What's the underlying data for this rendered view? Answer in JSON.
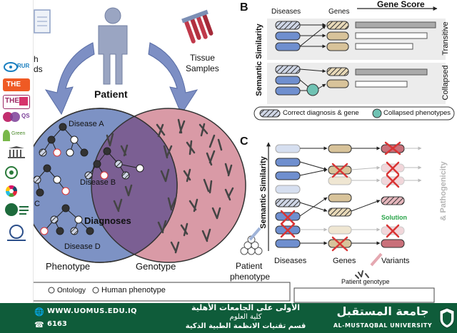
{
  "figure": {
    "panel_labels": {
      "b": "B",
      "c": "C"
    },
    "panel_a": {
      "patient": "Patient",
      "left_cut_label_1": "h",
      "left_cut_label_2": "ds",
      "tissue_samples_line1": "Tissue",
      "tissue_samples_line2": "Samples",
      "disease_a": "Disease A",
      "disease_b": "Disease B",
      "disease_c": "C",
      "disease_d": "Disease D",
      "diagnoses": "Diagnoses",
      "phenotype": "Phenotype",
      "genotype": "Genotype",
      "legend_ontology": "Ontology",
      "legend_human_phenotype": "Human phenotype"
    },
    "panel_b": {
      "diseases": "Diseases",
      "genes": "Genes",
      "gene_score": "Gene Score",
      "semantic_similarity": "Semantic Similarity",
      "transitive": "Transitive",
      "collapsed": "Collapsed",
      "legend_correct": "Correct diagnosis & gene",
      "legend_collapsed": "Collapsed phenotypes"
    },
    "panel_c": {
      "semantic_similarity": "Semantic Similarity",
      "pathogenicity": "& Pathogenicity",
      "solution": "Solution",
      "diseases": "Diseases",
      "genes": "Genes",
      "variants": "Variants",
      "patient_phenotype_line1": "Patient",
      "patient_phenotype_line2": "phenotype",
      "patient_genotype": "Patient genotype"
    }
  },
  "sidebar_logos": [
    {
      "name": "rur-logo",
      "text": "RUR"
    },
    {
      "name": "the-logo",
      "text": "THE"
    },
    {
      "name": "the-impact-logo",
      "text": "THE"
    },
    {
      "name": "qs-logo",
      "text": "QS"
    },
    {
      "name": "green-metric-logo",
      "text": "Green"
    },
    {
      "name": "institution-logo",
      "text": ""
    },
    {
      "name": "arab-ranking-logo",
      "text": ""
    },
    {
      "name": "sdg-logo",
      "text": ""
    },
    {
      "name": "arab-universities-logo",
      "text": ""
    },
    {
      "name": "federation-logo",
      "text": ""
    }
  ],
  "footer": {
    "website": "WWW.UOMUS.EDU.IQ",
    "phone": "6163",
    "arabic_line1": "الأولى على الجامعات الأهلية",
    "arabic_line2": "كلية العلوم",
    "arabic_line3": "قسم تقنيات الانظمة الطبية الذكية",
    "brand_arabic": "جامعة المستقبل",
    "brand_english": "AL-MUSTAQBAL UNIVERSITY",
    "colors": {
      "bar": "#0f5c3a",
      "text": "#ffffff"
    }
  },
  "colors": {
    "phenotype_circle": "#7d92c4",
    "genotype_circle": "#d99aa6",
    "overlap": "#7b5f93",
    "disease_box": "#6f8fcf",
    "gene_box": "#d8c39a",
    "variant_box": "#c9707a",
    "cross": "#d93434",
    "solution": "#2aa54a",
    "collapsed_node": "#6fc2b3"
  }
}
